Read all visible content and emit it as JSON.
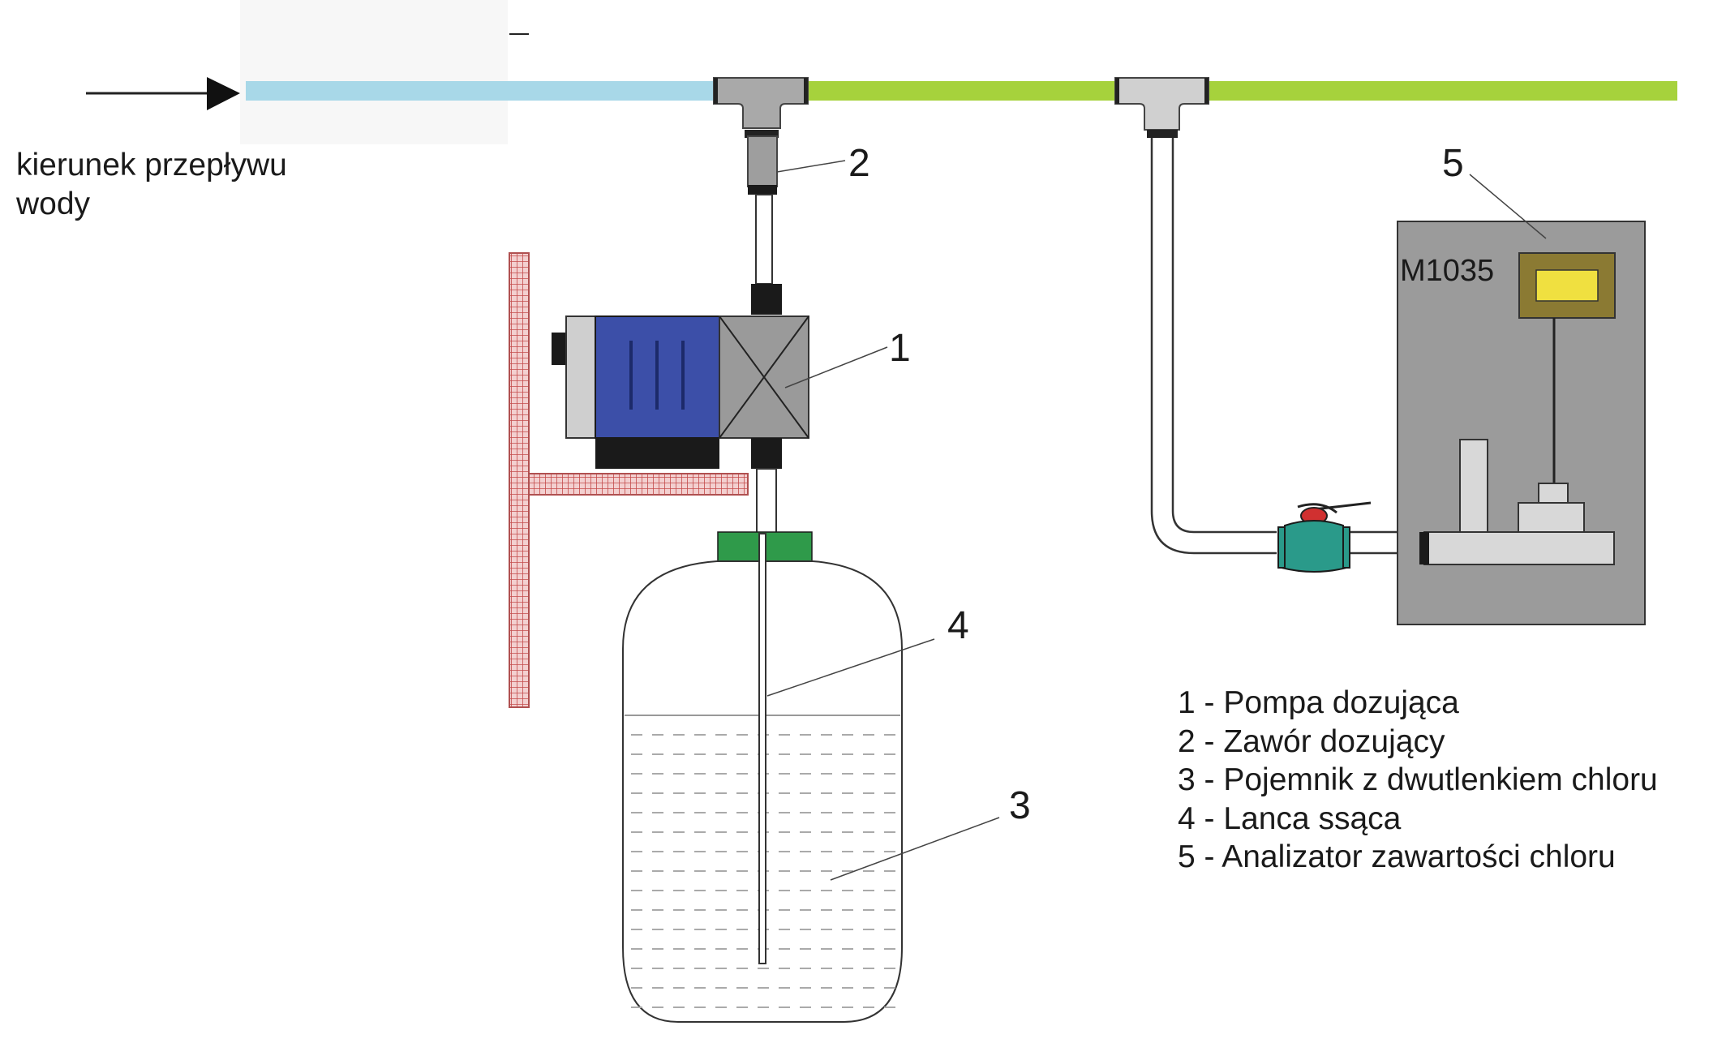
{
  "flow_label": {
    "line1": "kierunek przepływu",
    "line2": "wody"
  },
  "callouts": {
    "c1": "1",
    "c2": "2",
    "c3": "3",
    "c4": "4",
    "c5": "5"
  },
  "analyzer_model": "M1035",
  "legend": [
    "1 - Pompa dozująca",
    "2 - Zawór dozujący",
    "3 - Pojemnik z dwutlenkiem chloru",
    "4 - Lanca ssąca",
    "5 - Analizator zawartości chloru"
  ],
  "colors": {
    "inlet_pipe": "#a8d8e8",
    "main_pipe": "#a6d23c",
    "pump_motor": "#3c4fa8",
    "pump_head": "#9a9a9a",
    "bracket": "#e8b0b0",
    "tank_cap": "#2f9a4a",
    "analyzer_body": "#9b9b9b",
    "display_frame": "#8b7a33",
    "display_screen": "#f0e040",
    "valve": "#2a9a8a",
    "valve_handle": "#d03030"
  }
}
